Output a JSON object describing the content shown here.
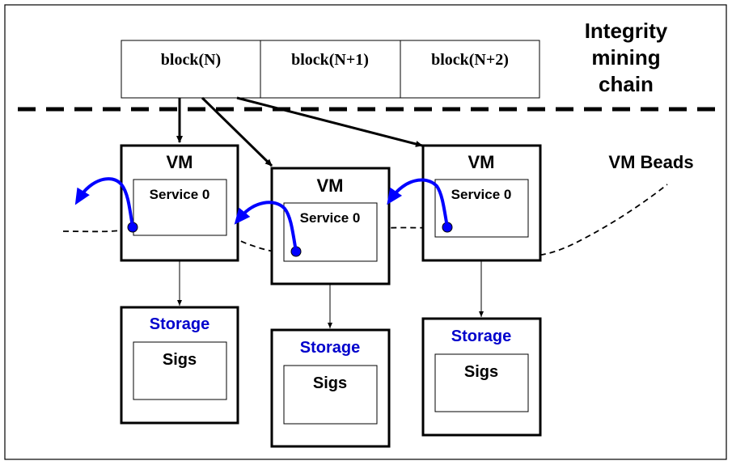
{
  "chain": {
    "title_lines": [
      "Integrity",
      "mining",
      "chain"
    ],
    "blocks": [
      "block(N)",
      "block(N+1)",
      "block(N+2)"
    ]
  },
  "beads_label": "VM Beads",
  "vms": [
    {
      "label": "VM",
      "service": "Service 0",
      "storage": "Storage",
      "sigs": "Sigs"
    },
    {
      "label": "VM",
      "service": "Service 0",
      "storage": "Storage",
      "sigs": "Sigs"
    },
    {
      "label": "VM",
      "service": "Service 0",
      "storage": "Storage",
      "sigs": "Sigs"
    }
  ],
  "colors": {
    "line": "#000000",
    "accent": "#0000ff",
    "storage_text": "#0000cc",
    "background": "#ffffff"
  }
}
